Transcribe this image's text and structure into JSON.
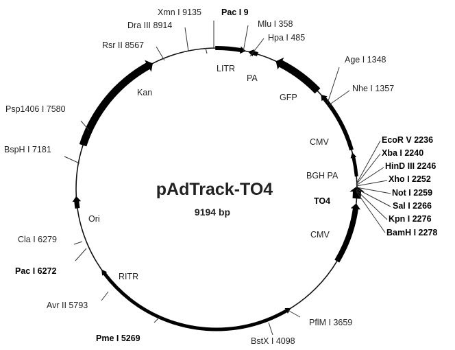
{
  "plasmid": {
    "name": "pAdTrack-TO4",
    "size": "9194 bp"
  },
  "features": [
    {
      "id": "kan",
      "label": "Kan"
    },
    {
      "id": "litr",
      "label": "LITR"
    },
    {
      "id": "pa",
      "label": "PA"
    },
    {
      "id": "gfp",
      "label": "GFP"
    },
    {
      "id": "cmv1",
      "label": "CMV"
    },
    {
      "id": "bghpa",
      "label": "BGH PA"
    },
    {
      "id": "to4",
      "label": "TO4"
    },
    {
      "id": "cmv2",
      "label": "CMV"
    },
    {
      "id": "ritr",
      "label": "RITR"
    },
    {
      "id": "ori",
      "label": "Ori"
    }
  ],
  "sites": [
    {
      "id": "xmn",
      "label": "Xmn I 9135"
    },
    {
      "id": "pac9",
      "label": "Pac I 9"
    },
    {
      "id": "mlu",
      "label": "Mlu I 358"
    },
    {
      "id": "hpa",
      "label": "Hpa I 485"
    },
    {
      "id": "dra",
      "label": "Dra III 8914"
    },
    {
      "id": "rsr",
      "label": "Rsr II 8567"
    },
    {
      "id": "age",
      "label": "Age I 1348"
    },
    {
      "id": "nhe",
      "label": "Nhe I 1357"
    },
    {
      "id": "psp",
      "label": "Psp1406 I 7580"
    },
    {
      "id": "bsph",
      "label": "BspH I 7181"
    },
    {
      "id": "ecorv",
      "label": "EcoR V 2236"
    },
    {
      "id": "xba",
      "label": "Xba I 2240"
    },
    {
      "id": "hind",
      "label": "HinD III 2246"
    },
    {
      "id": "xho",
      "label": "Xho I 2252"
    },
    {
      "id": "not",
      "label": "Not I 2259"
    },
    {
      "id": "sal",
      "label": "Sal I 2266"
    },
    {
      "id": "kpn",
      "label": "Kpn I 2276"
    },
    {
      "id": "bamh",
      "label": "BamH I 2278"
    },
    {
      "id": "cla",
      "label": "Cla I 6279"
    },
    {
      "id": "pac6272",
      "label": "Pac I 6272"
    },
    {
      "id": "avr",
      "label": "Avr II 5793"
    },
    {
      "id": "pflm",
      "label": "PflM I 3659"
    },
    {
      "id": "bstx",
      "label": "BstX I 4098"
    },
    {
      "id": "pme",
      "label": "Pme I 5269"
    }
  ]
}
